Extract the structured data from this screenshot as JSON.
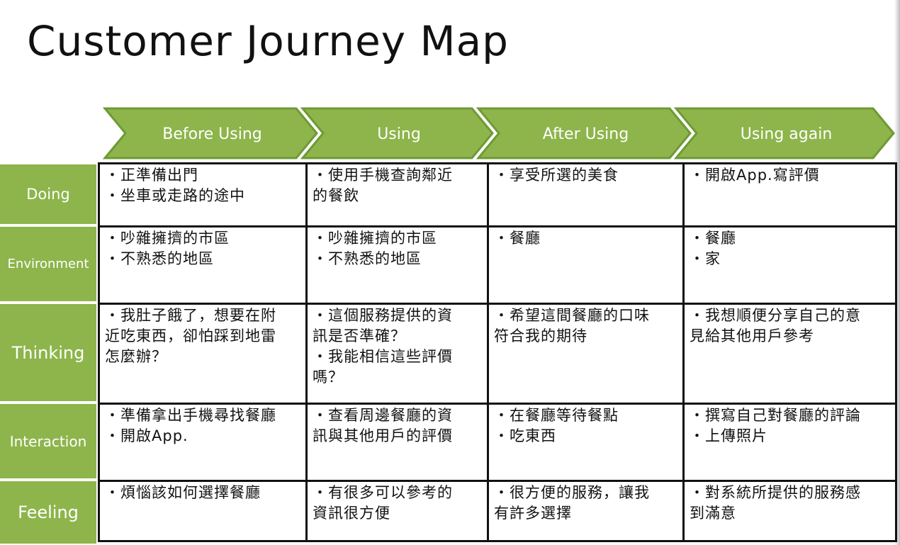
{
  "title": "Customer Journey Map",
  "stages": [
    "Before Using",
    "Using",
    "After Using",
    "Using again"
  ],
  "rows": [
    {
      "label": "Doing",
      "cells": [
        "・正準備出門\n・坐車或走路的途中",
        "・使用手機查詢鄰近\n的餐飲",
        "・享受所選的美食",
        "・開啟App.寫評價"
      ]
    },
    {
      "label": "Environment",
      "cells": [
        "・吵雜擁擠的市區\n・不熟悉的地區",
        "・吵雜擁擠的市區\n・不熟悉的地區",
        "・餐廳",
        "・餐廳\n・家"
      ]
    },
    {
      "label": "Thinking",
      "cells": [
        "・我肚子餓了，想要在附\n近吃東西，卻怕踩到地雷\n怎麼辦？",
        "・這個服務提供的資\n訊是否準確？\n・我能相信這些評價\n嗎？",
        "・希望這間餐廳的口味\n符合我的期待",
        "・我想順便分享自己的意\n見給其他用戶參考"
      ]
    },
    {
      "label": "Interaction",
      "cells": [
        "・準備拿出手機尋找餐廳\n・開啟App.",
        "・查看周邊餐廳的資\n訊與其他用戶的評價",
        "・在餐廳等待餐點\n・吃東西",
        "・撰寫自己對餐廳的評論\n・上傳照片"
      ]
    },
    {
      "label": "Feeling",
      "cells": [
        "・煩惱該如何選擇餐廳",
        "・有很多可以參考的\n資訊很方便",
        "・很方便的服務，讓我\n有許多選擇",
        "・對系統所提供的服務感\n到滿意"
      ]
    }
  ],
  "colors": {
    "arrow_fill": "#8db54b",
    "arrow_stroke": "#6e9a33",
    "row_label_bg": "#8db54b",
    "grid_line": "#111111"
  }
}
